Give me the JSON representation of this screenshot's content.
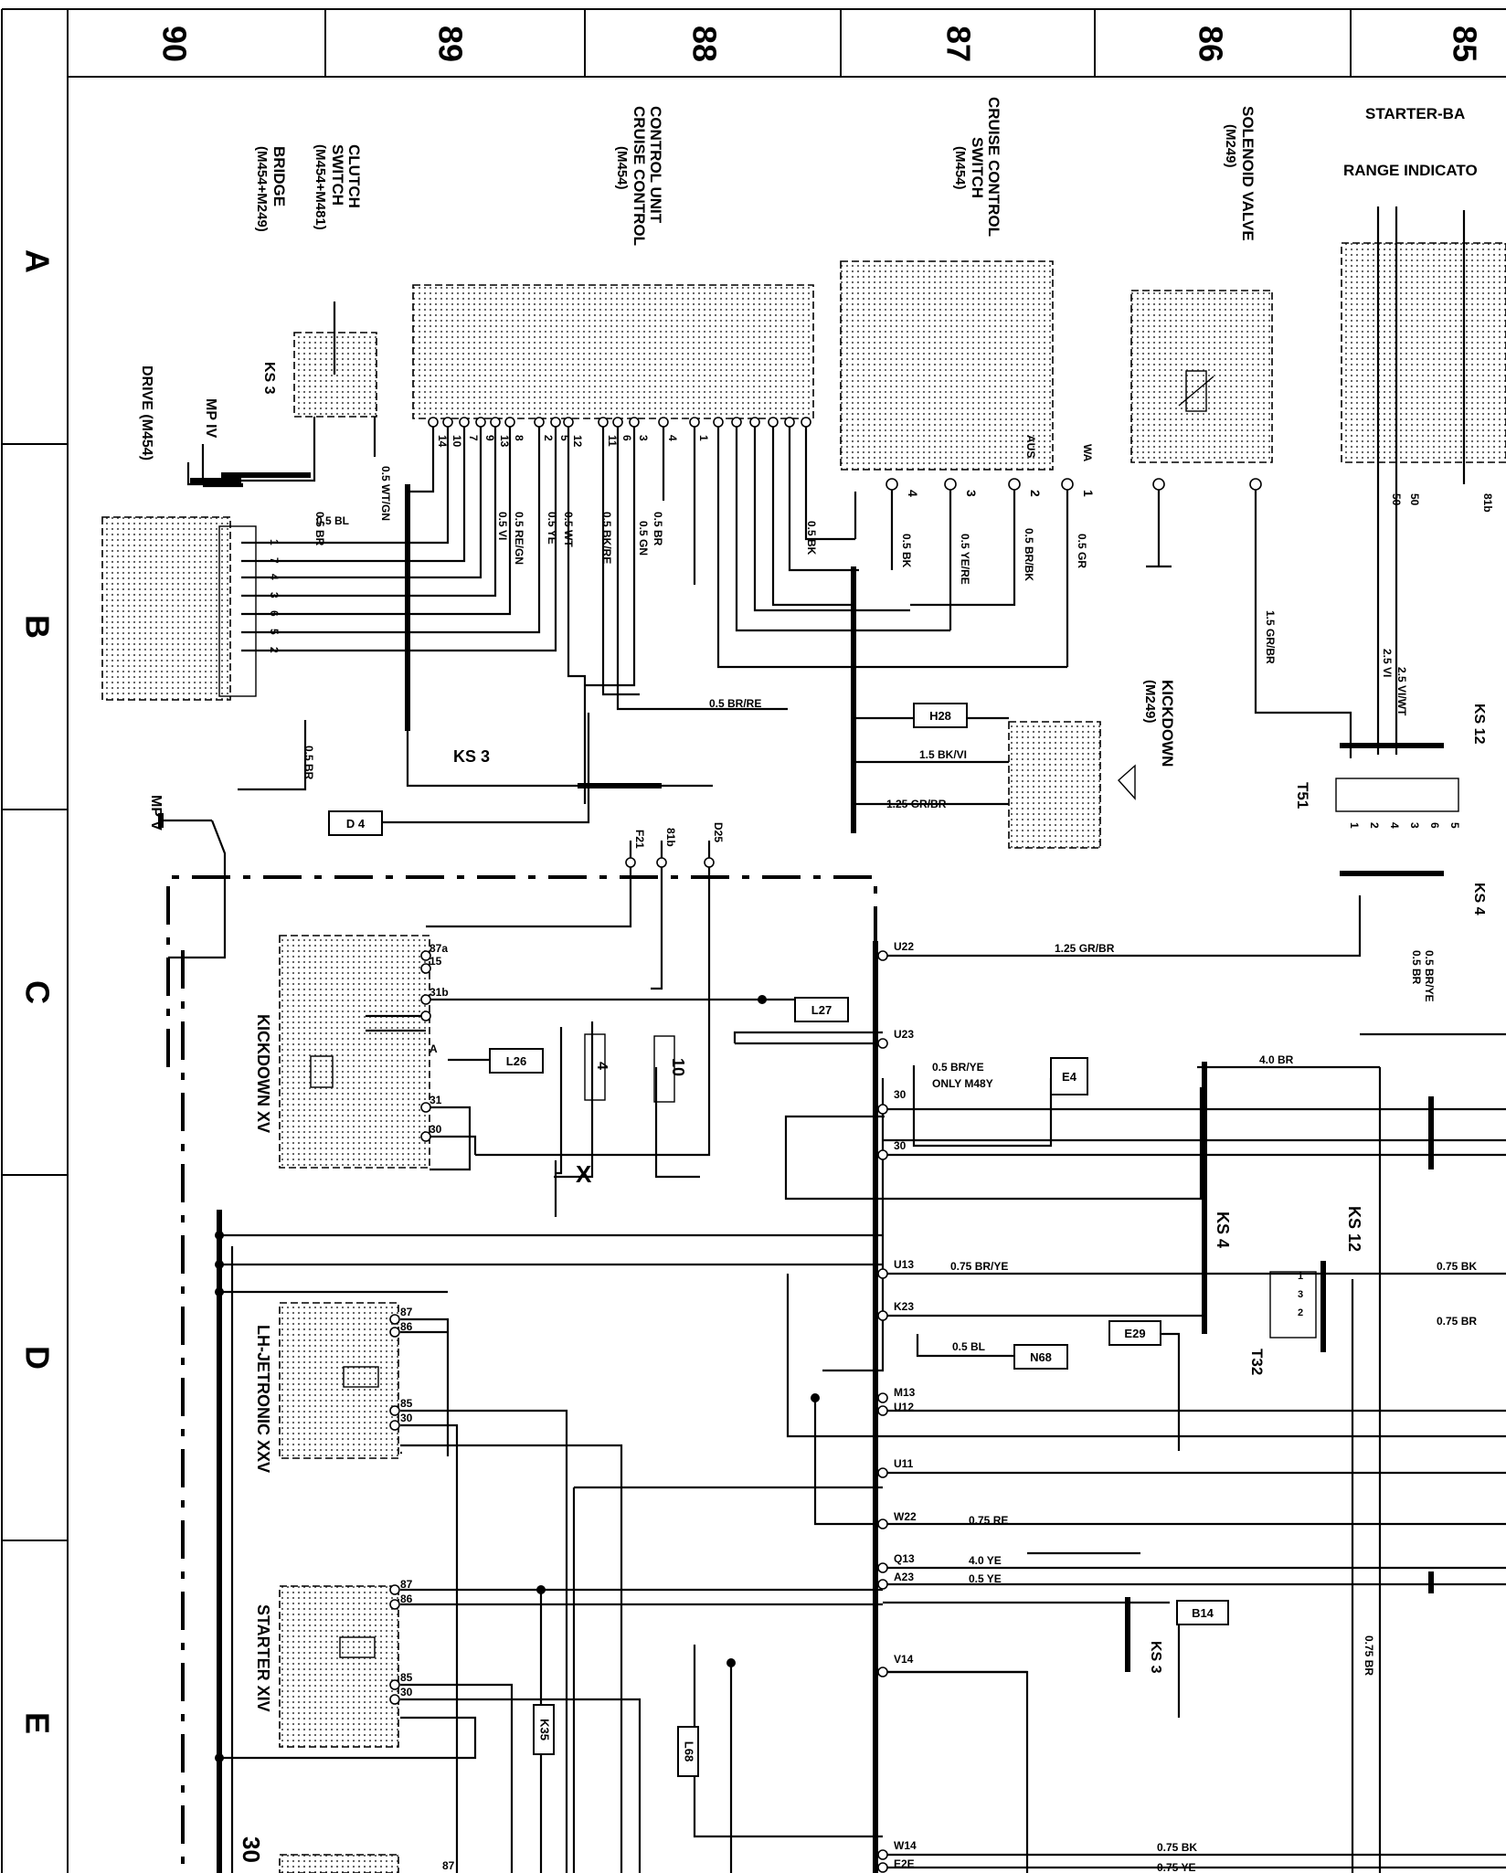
{
  "columns": [
    "90",
    "89",
    "88",
    "87",
    "86",
    "85"
  ],
  "rows": [
    "A",
    "B",
    "C",
    "D",
    "E"
  ],
  "components": {
    "clutch_switch": [
      "CLUTCH",
      "SWITCH",
      "(M454+M481)"
    ],
    "bridge": [
      "BRIDGE",
      "(M454+M249)"
    ],
    "control_unit": [
      "CONTROL UNIT",
      "CRUISE CONTROL",
      "(M454)"
    ],
    "cruise_switch": [
      "CRUISE CONTROL",
      "SWITCH",
      "(M454)"
    ],
    "solenoid": [
      "SOLENOID VALVE",
      "(M249)"
    ],
    "starter_top": [
      "STARTER-BA",
      "RANGE INDICATO"
    ],
    "drive": "DRIVE (M454)",
    "kickdown_m249": [
      "KICKDOWN",
      "(M249)"
    ],
    "relay_kickdown": "KICKDOWN  XV",
    "relay_lh": "LH-JETRONIC  XXV",
    "relay_starter": "STARTER  XIV"
  },
  "ground_points": [
    "MP IV",
    "MP V"
  ],
  "splices": [
    "KS 3",
    "KS 3",
    "KS 4",
    "KS 12",
    "KS 4",
    "KS 12",
    "KS 3"
  ],
  "connectors": [
    "T51",
    "T32"
  ],
  "boxes": [
    "H28",
    "D 4",
    "L27",
    "L26",
    "E4",
    "E29",
    "N68",
    "B14",
    "K35",
    "L68"
  ],
  "fuses": [
    "4",
    "10"
  ],
  "ground_x": "X",
  "bottom_label": "30",
  "cu_pins": [
    "14",
    "10",
    "7",
    "9",
    "13",
    "8",
    "2",
    "5",
    "12",
    "11",
    "6",
    "3",
    "4",
    "1"
  ],
  "cs_pins": [
    "4",
    "3",
    "2",
    "1"
  ],
  "cs_inner": [
    "AUS",
    "WA"
  ],
  "solenoid_pins": [
    "50",
    "50",
    "81b"
  ],
  "drive_pins": [
    "1",
    "7",
    "4",
    "3",
    "6",
    "5",
    "2"
  ],
  "t51_pins": [
    "1",
    "2",
    "4",
    "3",
    "6",
    "5"
  ],
  "t32_pins": [
    "1",
    "3",
    "2"
  ],
  "relay_pins_kd": [
    "87a",
    "15",
    "31b",
    "A",
    "31",
    "30"
  ],
  "relay_pins_lh": [
    "87",
    "86",
    "85",
    "30"
  ],
  "relay_pins_st": [
    "87",
    "86",
    "85",
    "30"
  ],
  "relay_pins_bot": [
    "87"
  ],
  "harness_pins": [
    "F21",
    "81b",
    "D25"
  ],
  "central_pins": [
    "U22",
    "U23",
    "30",
    "30",
    "U13",
    "K23",
    "M13",
    "U12",
    "U11",
    "W22",
    "Q13",
    "A23",
    "V14",
    "W14",
    "E2E"
  ],
  "wires": {
    "w1": "0.5 BR",
    "w2": "0.5 WT/GN",
    "w3": "0.5 BL",
    "w4": "0.5 VI",
    "w5": "0.5 RE/GN",
    "w6": "0.5 YE",
    "w7": "0.5 WT",
    "w8": "0.5 BK/RE",
    "w9": "0.5 GN",
    "w10": "0.5 BR",
    "w11": "0.5 BK",
    "w12": "0.5 BK",
    "w13": "0.5 YE/RE",
    "w14": "0.5 BR/BK",
    "w15": "0.5 GR",
    "w16": "1.5 GR/BR",
    "w17": "2.5 VI",
    "w18": "2.5 VI/WT",
    "w19": "0.5 BR/RE",
    "w20": "0.5 BR",
    "w21": "1.5 BK/VI",
    "w22": "1.25 GR/BR",
    "w23": "1.25 GR/BR",
    "w24": "0.5 BR",
    "w25": "0.5 BR/YE",
    "w26": "0.5 BR/YE",
    "w27": "ONLY M48Y",
    "w28": "4.0 BR",
    "w29": "0.75 BR/YE",
    "w30": "0.75 BK",
    "w31": "0.75 BR",
    "w32": "0.5 BL",
    "w33": "0.75 RE",
    "w34": "4.0 YE",
    "w35": "0.5 YE",
    "w36": "0.75 BR",
    "w37": "0.75 BK",
    "w38": "0.75 YE"
  }
}
